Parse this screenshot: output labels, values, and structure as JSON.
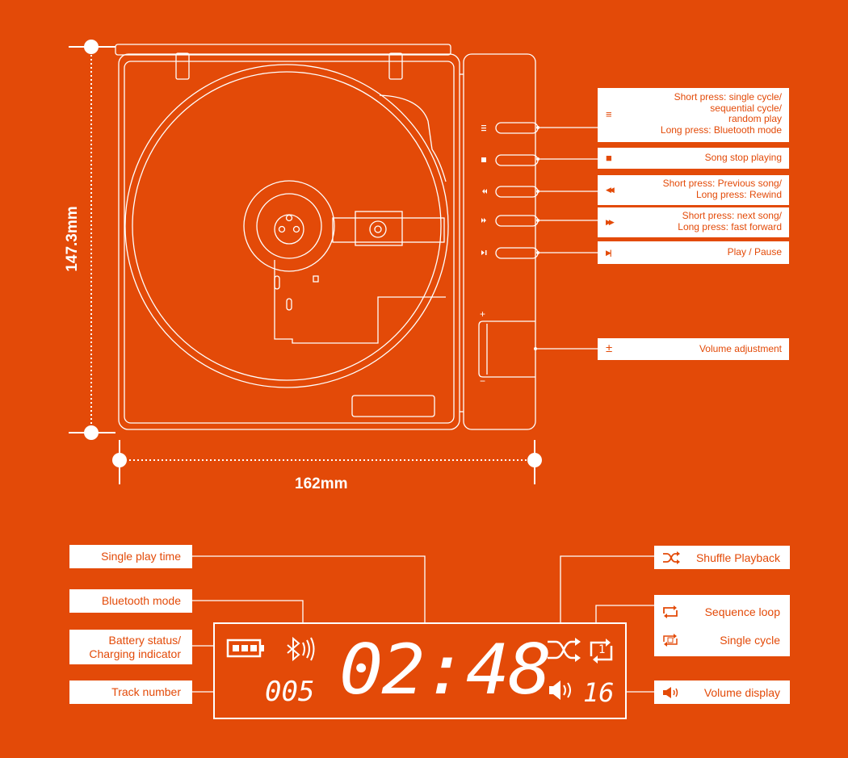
{
  "colors": {
    "background": "#e34a08",
    "line": "#ffffff",
    "label_bg": "#ffffff",
    "label_text": "#e34a08"
  },
  "dimensions": {
    "height": "147.3mm",
    "width": "162mm"
  },
  "button_callouts": [
    {
      "icon": "≡",
      "icon_name": "list-mode-icon",
      "lines": [
        "Short press: single cycle/",
        "sequential cycle/",
        "random play",
        "Long press: Bluetooth mode"
      ]
    },
    {
      "icon": "■",
      "icon_name": "stop-icon",
      "lines": [
        "Song stop playing"
      ]
    },
    {
      "icon": "◀◀",
      "icon_name": "rewind-icon",
      "lines": [
        "Short press: Previous song/",
        "Long press: Rewind"
      ]
    },
    {
      "icon": "▶▶",
      "icon_name": "fast-forward-icon",
      "lines": [
        "Short press: next song/",
        "Long press: fast forward"
      ]
    },
    {
      "icon": "▶||",
      "icon_name": "play-pause-icon",
      "lines": [
        "Play / Pause"
      ]
    },
    {
      "icon": "±",
      "icon_name": "volume-plus-minus-icon",
      "lines": [
        "Volume adjustment"
      ]
    }
  ],
  "side_marks": {
    "plus": "+",
    "minus": "−"
  },
  "display_labels": {
    "left": [
      "Single play time",
      "Bluetooth mode",
      "Battery status/\nCharging indicator",
      "Track number"
    ],
    "right": [
      {
        "label": "Shuffle Playback",
        "icon_name": "shuffle-icon"
      },
      {
        "label": "Sequence loop",
        "icon_name": "repeat-icon"
      },
      {
        "label": "Single cycle",
        "icon_name": "repeat-one-icon"
      },
      {
        "label": "Volume display",
        "icon_name": "speaker-icon"
      }
    ]
  },
  "lcd": {
    "time": "02:48",
    "track": "005",
    "volume": "16",
    "single_cycle_digit": "1"
  }
}
